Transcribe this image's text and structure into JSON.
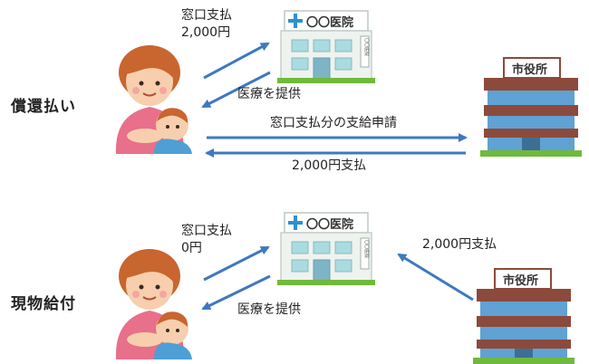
{
  "diagrams": [
    {
      "label": "償還払い",
      "payment_text": "窓口支払\n2,000円",
      "hospital_sign": "〇〇医院",
      "hospital_plate": "〇〇医院",
      "care_text": "医療を提供",
      "cityhall_sign": "市役所",
      "application_text": "窓口支払分の支給申請",
      "refund_text": "2,000円支払"
    },
    {
      "label": "現物給付",
      "payment_text": "窓口支払\n0円",
      "hospital_sign": "〇〇医院",
      "hospital_plate": "〇〇医院",
      "care_text": "医療を提供",
      "cityhall_sign": "市役所",
      "cityhall_payment_text": "2,000円支払"
    }
  ],
  "colors": {
    "arrow": "#3f78c0",
    "hospital_wall": "#eef3ef",
    "hospital_window": "#a9dbe0",
    "cityhall_band": "#8c4a3c",
    "cityhall_glass": "#5fa2d3",
    "grass": "#6fba3c",
    "skin": "#f7cfae",
    "hair": "#c9652f",
    "shirt": "#e8708a",
    "baby_clothes": "#4d9fd6"
  }
}
